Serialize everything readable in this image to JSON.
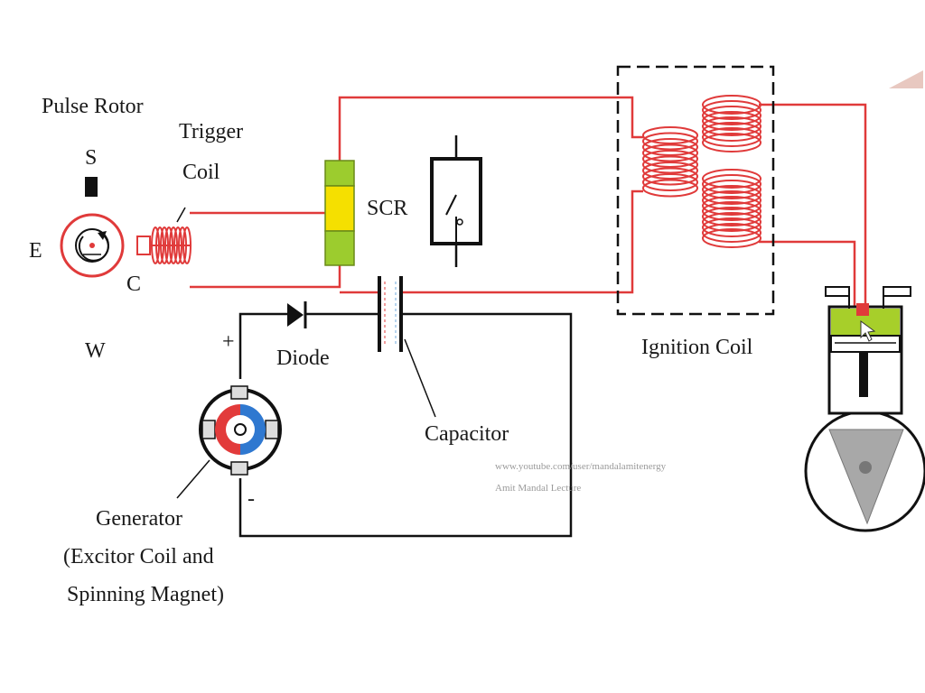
{
  "labels": {
    "pulse_rotor": "Pulse Rotor",
    "s": "S",
    "e": "E",
    "c": "C",
    "w": "W",
    "trigger_line1": "Trigger",
    "trigger_line2": "Coil",
    "scr": "SCR",
    "plus": "+",
    "minus": "-",
    "diode": "Diode",
    "capacitor": "Capacitor",
    "ignition_coil": "Ignition Coil",
    "generator_line1": "Generator",
    "generator_line2": "(Excitor Coil and",
    "generator_line3": "Spinning Magnet)"
  },
  "watermark": {
    "line1": "www.youtube.com/user/mandalamitenergy",
    "line2": "Amit Mandal Lecture"
  },
  "colors": {
    "wire_red": "#e03a3a",
    "wire_black": "#111111",
    "scr_yellow": "#f5e000",
    "scr_green": "#9ccc2e",
    "piston_green": "#a7cf2a",
    "magnet_red": "#e23b3b",
    "magnet_blue": "#2f78d0",
    "crank_gray": "#a8a8a8"
  }
}
